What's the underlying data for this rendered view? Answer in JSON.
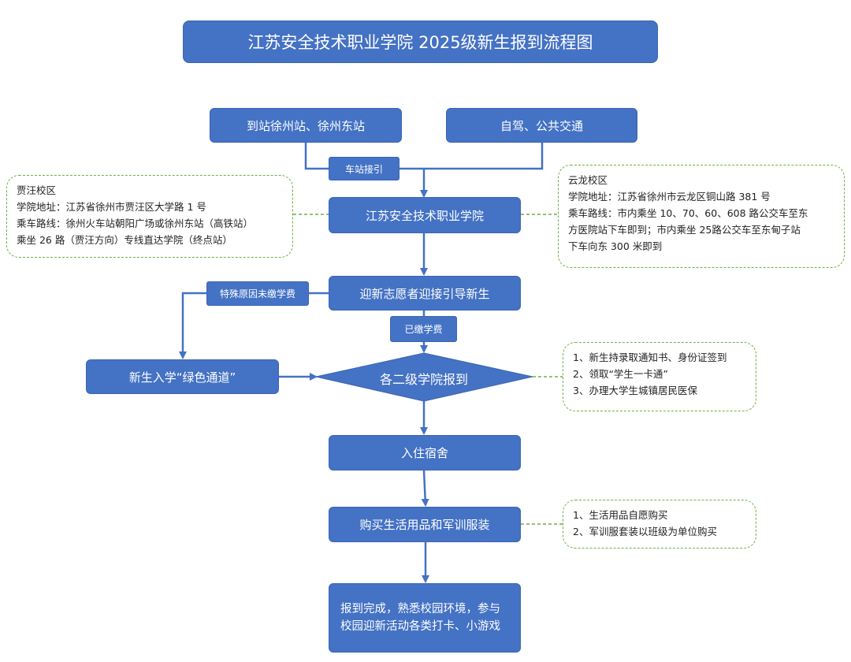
{
  "title": "江苏安全技术职业学院 2025级新生报到流程图",
  "nodes": {
    "arrive_station": "到站徐州站、徐州东站",
    "self_drive": "自驾、公共交通",
    "station_guide": "车站接引",
    "college": "江苏安全技术职业学院",
    "volunteers": "迎新志愿者迎接引导新生",
    "special_reason": "特殊原因未缴学费",
    "paid_fee": "已缴学费",
    "green_channel": "新生入学“绿色通道”",
    "register": "各二级学院报到",
    "dorm": "入住宿舍",
    "buy_goods": "购买生活用品和军训服装",
    "complete": "报到完成，熟悉校园环境，参与校园迎新活动各类打卡、小游戏"
  },
  "notes": {
    "jiawang": [
      "贾汪校区",
      "学院地址：江苏省徐州市贾汪区大学路 1 号",
      "乘车路线：徐州火车站朝阳广场或徐州东站（高铁站）",
      "乘坐 26 路（贾汪方向）专线直达学院（终点站）"
    ],
    "yunlong": [
      "云龙校区",
      "学院地址：江苏省徐州市云龙区铜山路 381 号",
      "乘车路线：市内乘坐 10、70、60、608 路公交车至东",
      "方医院站下车即到；市内乘坐 25路公交车至东甸子站",
      "下车向东 300 米即到"
    ],
    "register_steps": [
      "1、新生持录取通知书、身份证签到",
      "2、领取“学生一卡通”",
      "3、办理大学生城镇居民医保"
    ],
    "purchase_steps": [
      "1、生活用品自愿购买",
      "2、军训服套装以班级为单位购买"
    ]
  },
  "colors": {
    "node_fill": "#4472c4",
    "edge": "#4472c4",
    "note_border": "#70ad47"
  }
}
